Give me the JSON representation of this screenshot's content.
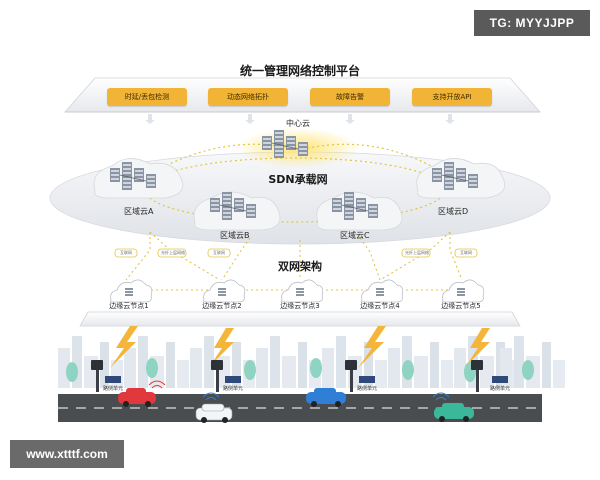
{
  "watermarks": {
    "top": "TG: MYYJJPP",
    "bottom": "www.xtttf.com"
  },
  "platform": {
    "title": "统一管理网络控制平台",
    "buttons": [
      "时延/丢包检测",
      "动态网络拓扑",
      "故障告警",
      "支持开放API"
    ]
  },
  "core": {
    "center_cloud": "中心云",
    "sdn_network": "SDN承载网",
    "regions": [
      "区域云A",
      "区域云B",
      "区域云C",
      "区域云D"
    ]
  },
  "dual_network": {
    "title": "双网架构",
    "link_tags": [
      "互联网",
      "光纤上层网络",
      "互联网",
      "光纤上层网络",
      "互联网"
    ]
  },
  "edge": {
    "nodes": [
      "边缘云节点1",
      "边缘云节点2",
      "边缘云节点3",
      "边缘云节点4",
      "边缘云节点5"
    ]
  },
  "roadside": {
    "unit_label": "路侧单元"
  },
  "colors": {
    "button": "#f2b437",
    "link": "#e0c640",
    "road": "#4a4d50",
    "lightning": "#f3b63a"
  }
}
